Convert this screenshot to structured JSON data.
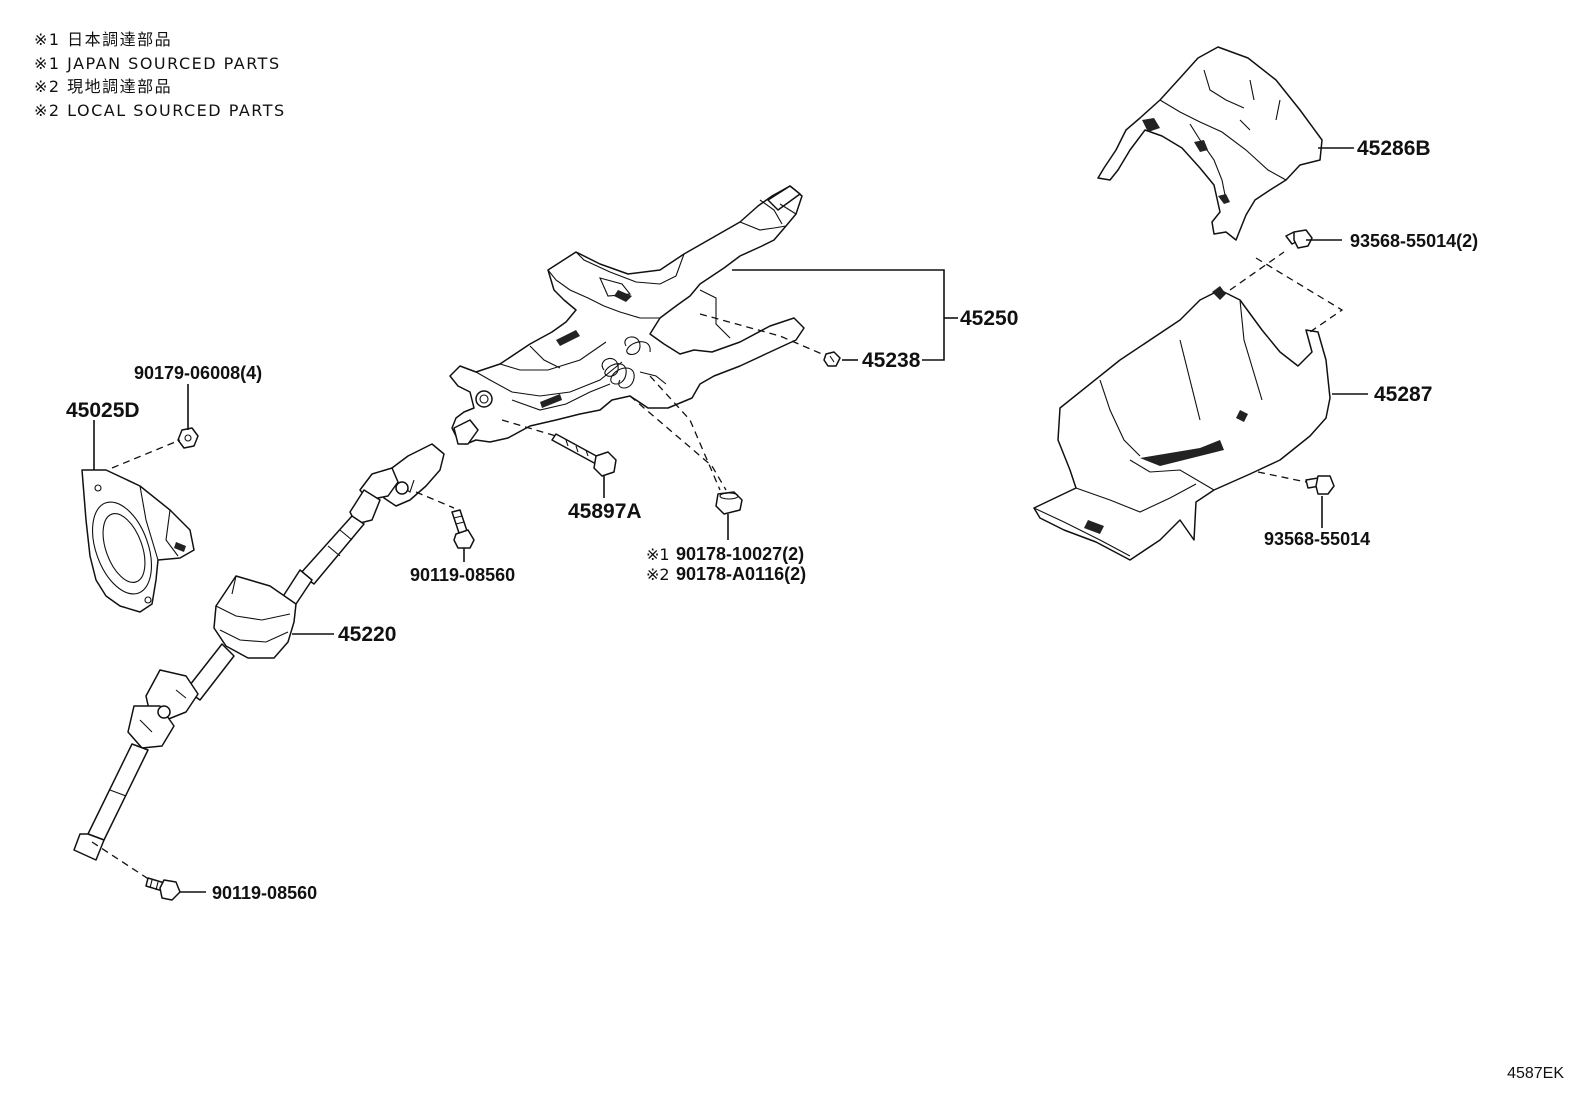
{
  "legend": [
    "※1 日本調達部品",
    "※1 JAPAN SOURCED PARTS",
    "※2 現地調達部品",
    "※2 LOCAL SOURCED PARTS"
  ],
  "labels": {
    "p45286B": "45286B",
    "p93568_55014_2": "93568-55014(2)",
    "p45250": "45250",
    "p45238": "45238",
    "p45287": "45287",
    "p93568_55014": "93568-55014",
    "p90179_06008_4": "90179-06008(4)",
    "p45025D": "45025D",
    "p45897A": "45897A",
    "p90119_08560_a": "90119-08560",
    "p90178_10027_2": "90178-10027(2)",
    "p90178_A0116_2": "90178-A0116(2)",
    "mark1": "※1",
    "mark2": "※2",
    "p45220": "45220",
    "p90119_08560_b": "90119-08560"
  },
  "reference_code": "4587EK",
  "icons": [
    "steering-column-assembly",
    "intermediate-shaft",
    "column-cover-upper",
    "column-cover-lower",
    "hole-cover",
    "bolt",
    "nut",
    "clip"
  ]
}
